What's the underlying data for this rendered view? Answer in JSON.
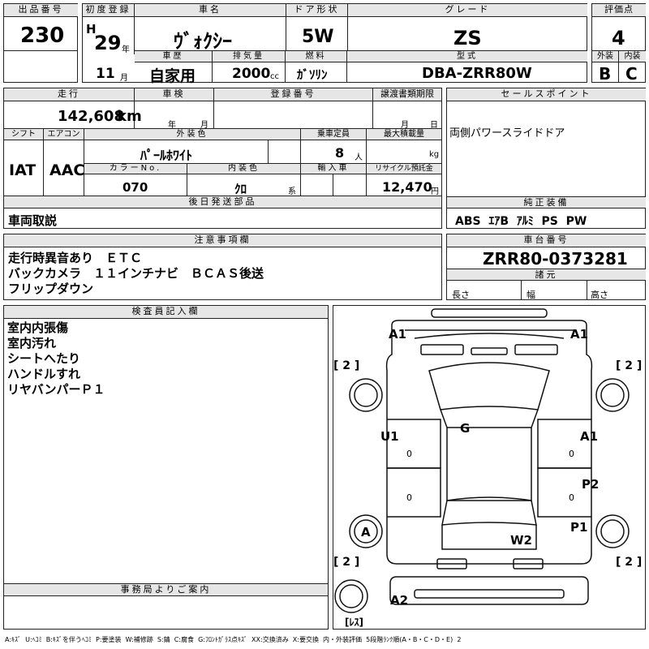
{
  "lot": {
    "label": "出品番号",
    "value": "230"
  },
  "first_reg": {
    "label": "初度登録",
    "era": "H",
    "year": "29",
    "year_unit": "年",
    "month": "11",
    "month_unit": "月"
  },
  "car_name": {
    "label": "車名",
    "value": "ｳﾞｫｸｼｰ"
  },
  "door": {
    "label": "ドア形状",
    "value": "5W"
  },
  "grade": {
    "label": "グレード",
    "value": "ZS"
  },
  "score": {
    "label": "評価点",
    "value": "4"
  },
  "history": {
    "label": "車歴",
    "value": "自家用"
  },
  "displacement": {
    "label": "排気量",
    "value": "2000",
    "unit": "cc"
  },
  "fuel": {
    "label": "燃料",
    "value": "ｶﾞｿﾘﾝ"
  },
  "model": {
    "label": "型式",
    "value": "DBA-ZRR80W"
  },
  "exterior_grade": {
    "label": "外装",
    "value": "B"
  },
  "interior_grade": {
    "label": "内装",
    "value": "C"
  },
  "mileage": {
    "label": "走行",
    "value": "142,608",
    "unit": "km"
  },
  "inspection": {
    "label": "車検",
    "year_unit": "年",
    "month_unit": "月"
  },
  "registration": {
    "label": "登録番号"
  },
  "transfer": {
    "label": "譲渡書類期限",
    "month_unit": "月",
    "day_unit": "日"
  },
  "sales_point": {
    "label": "セールスポイント",
    "text": "両側パワースライドドア"
  },
  "shift": {
    "label": "シフト",
    "value": "IAT"
  },
  "aircon": {
    "label": "エアコン",
    "value": "AAC"
  },
  "ext_color": {
    "label": "外装色",
    "value": "ﾊﾟｰﾙﾎﾜｲﾄ"
  },
  "capacity": {
    "label": "乗車定員",
    "value": "8",
    "unit": "人"
  },
  "max_load": {
    "label": "最大積載量",
    "unit": "kg"
  },
  "color_no": {
    "label": "カラーNo.",
    "value": "070"
  },
  "int_color": {
    "label": "内装色",
    "value": "ｸﾛ",
    "unit": "系"
  },
  "import": {
    "label": "輸入車"
  },
  "recycle": {
    "label": "リサイクル預託金",
    "value": "12,470",
    "unit": "円"
  },
  "later_parts": {
    "label": "後日発送部品",
    "text": "車両取説"
  },
  "equipment": {
    "label": "純正装備",
    "text": "ABS  ｴｱB  ｱﾙﾐ  PS  PW"
  },
  "notes": {
    "label": "注意事項欄",
    "lines": [
      "走行時異音あり　ＥＴＣ",
      "バックカメラ　１１インチナビ　ＢＣＡＳ後送",
      "フリップダウン"
    ]
  },
  "chassis": {
    "label": "車台番号",
    "value": "ZRR80-0373281"
  },
  "dims": {
    "label": "諸元",
    "length": "長さ",
    "width": "幅",
    "height": "高さ"
  },
  "inspector": {
    "label": "検査員記入欄",
    "lines": [
      "室内内張傷",
      "室内汚れ",
      "シートへたり",
      "ハンドルすれ",
      "リヤバンパーＰ１"
    ]
  },
  "office": {
    "label": "事務局よりご案内"
  },
  "diagram": {
    "marks": [
      "A1",
      "A1",
      "U1",
      "G",
      "A1",
      "P2",
      "A",
      "P1",
      "W2",
      "A2"
    ],
    "tire_left_front": "[ 2 ]",
    "tire_right_front": "[ 2 ]",
    "tire_left_rear": "[ 2 ]",
    "tire_right_rear": "[ 2 ]",
    "zeros": [
      "0",
      "0",
      "0",
      "0"
    ],
    "spare": "[ﾚｽ]"
  },
  "legend": "A:ｷｽﾞ  U:ﾍｺﾐ  B:ｷｽﾞを伴うﾍｺﾐ  P:要塗装  W:補修跡  S:錆  C:腐食  G:ﾌﾛﾝﾄｶﾞﾗｽ点ｷｽﾞ  XX:交換済み  X:要交換  内・外装評価  5段階ﾗﾝｸ順(A・B・C・D・E)  2"
}
